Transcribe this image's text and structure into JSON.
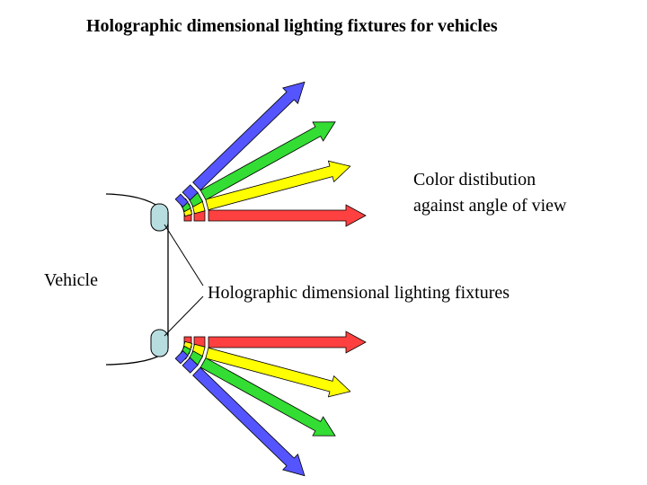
{
  "title": "Holographic dimensional lighting fixtures for vehicles",
  "labels": {
    "color_distribution_line1": "Color distibution",
    "color_distribution_line2": "against angle of view",
    "vehicle": "Vehicle",
    "fixtures": "Holographic dimensional lighting fixtures"
  },
  "colors": {
    "red": "#ff4040",
    "yellow": "#ffff00",
    "green": "#33dd33",
    "blue": "#5555ff",
    "lamp": "#b8dde0"
  },
  "beams": [
    "red",
    "yellow",
    "green",
    "blue"
  ]
}
